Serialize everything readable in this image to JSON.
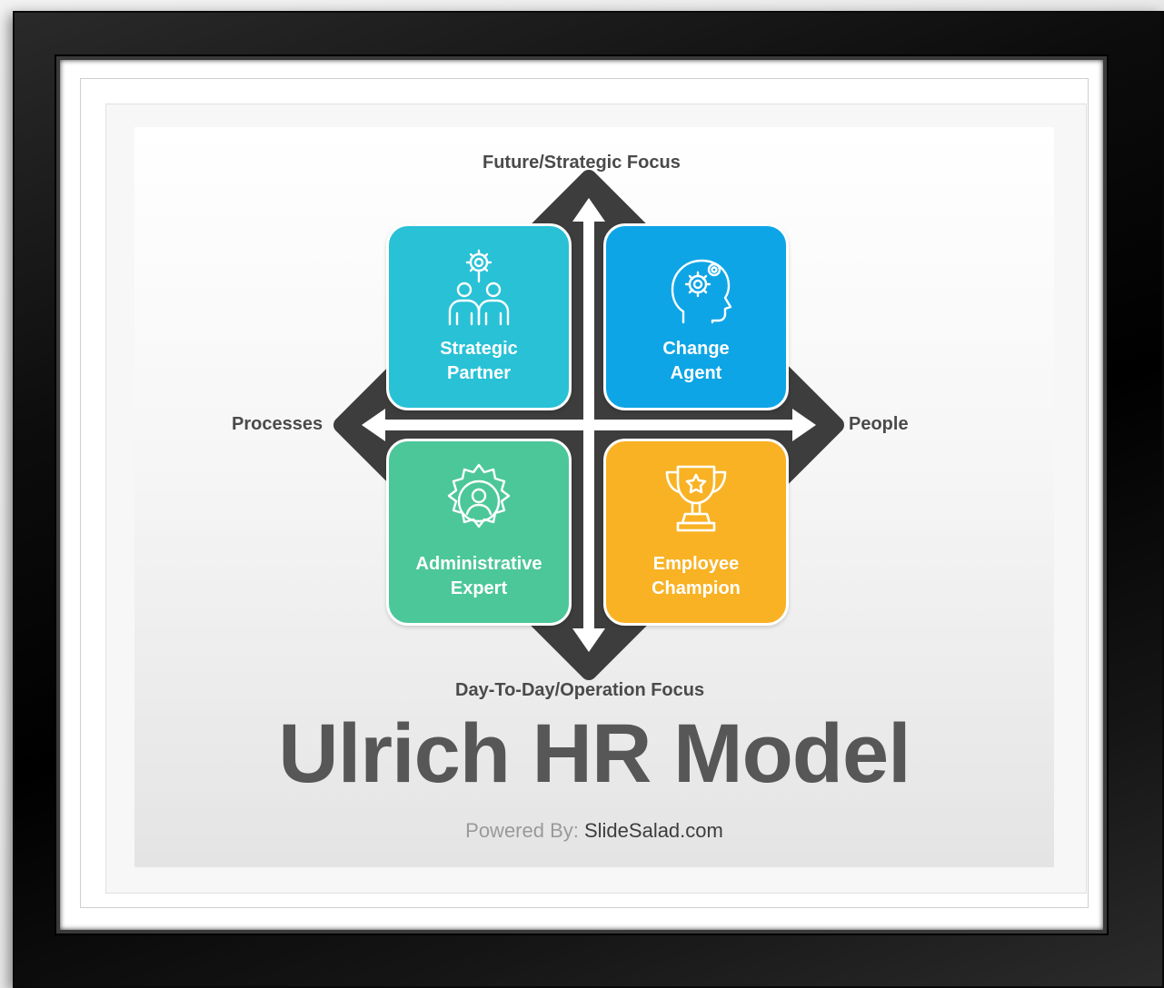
{
  "diagram": {
    "axes": {
      "top": "Future/Strategic Focus",
      "bottom": "Day-To-Day/Operation Focus",
      "left": "Processes",
      "right": "People"
    },
    "quadrants": [
      {
        "line1": "Strategic",
        "line2": "Partner",
        "color": "#29c1d6",
        "icon": "team-gear-icon"
      },
      {
        "line1": "Change",
        "line2": "Agent",
        "color": "#0ea5e6",
        "icon": "head-gear-icon"
      },
      {
        "line1": "Administrative",
        "line2": "Expert",
        "color": "#4cc79a",
        "icon": "user-gear-icon"
      },
      {
        "line1": "Employee",
        "line2": "Champion",
        "color": "#f8b224",
        "icon": "trophy-icon"
      }
    ],
    "diamond_color": "#3d3d3d"
  },
  "title": "Ulrich HR Model",
  "footer": {
    "prefix": "Powered By: ",
    "brand": "SlideSalad.com"
  }
}
